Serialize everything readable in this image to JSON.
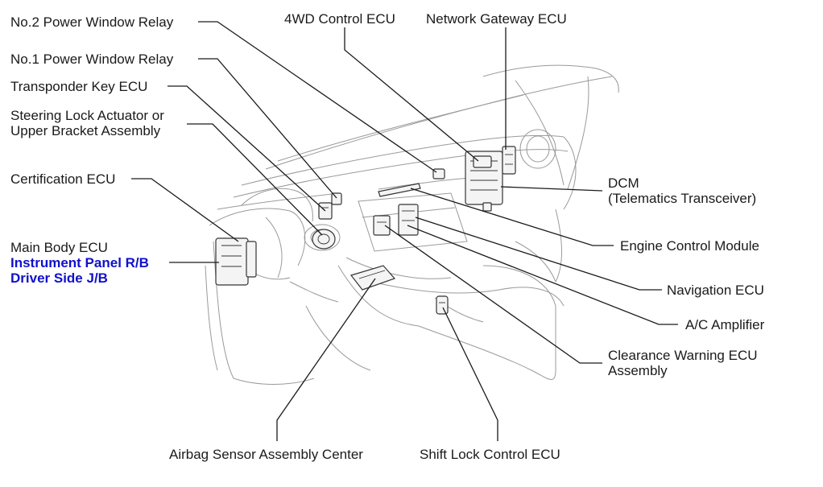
{
  "callouts": {
    "no2_power_window_relay": "No.2 Power Window Relay",
    "no1_power_window_relay": "No.1 Power Window Relay",
    "transponder_key_ecu": "Transponder Key ECU",
    "steering_lock_line1": "Steering Lock Actuator or",
    "steering_lock_line2": "Upper Bracket Assembly",
    "certification_ecu": "Certification ECU",
    "main_body_ecu": "Main Body ECU",
    "instrument_panel_rb": "Instrument Panel R/B",
    "driver_side_jb": "Driver Side J/B",
    "fourwd_control_ecu": "4WD Control ECU",
    "network_gateway_ecu": "Network Gateway ECU",
    "dcm_line1": "DCM",
    "dcm_line2": "(Telematics Transceiver)",
    "engine_control_module": "Engine Control Module",
    "navigation_ecu": "Navigation ECU",
    "ac_amplifier": "A/C Amplifier",
    "clearance_warning_line1": "Clearance Warning ECU",
    "clearance_warning_line2": "Assembly",
    "airbag_sensor_assembly_center": "Airbag Sensor Assembly Center",
    "shift_lock_control_ecu": "Shift Lock Control ECU"
  },
  "colors": {
    "text": "#1a1a1a",
    "link_text": "#1010cc",
    "outline": "#9a9a9a",
    "component": "#333333"
  }
}
